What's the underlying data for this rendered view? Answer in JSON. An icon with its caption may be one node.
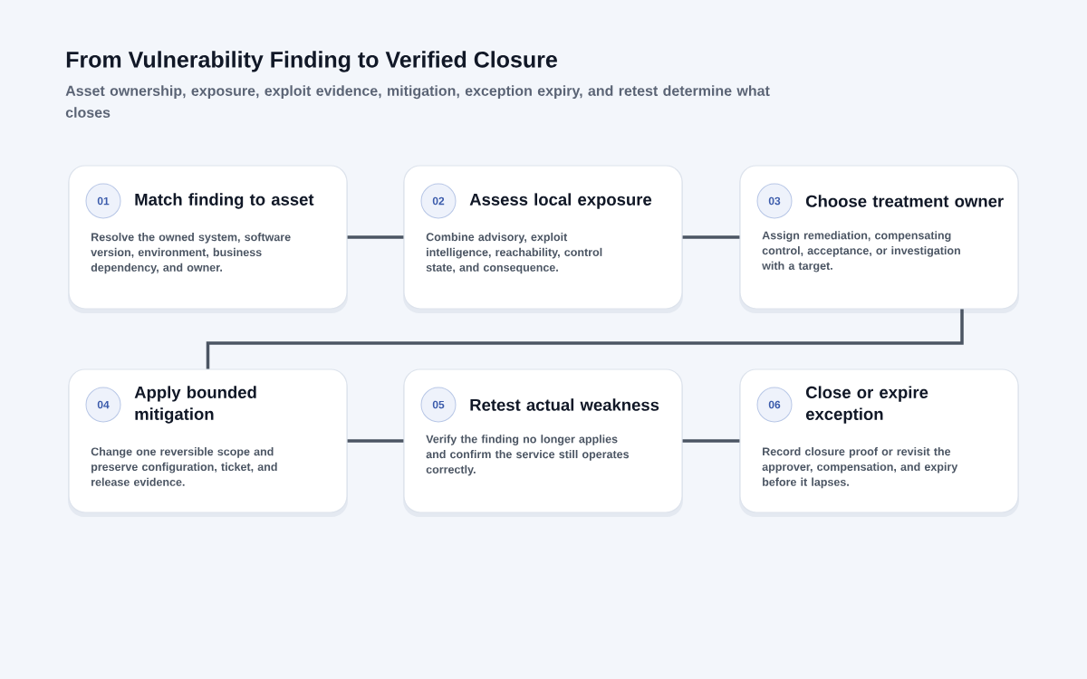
{
  "diagram": {
    "title": "From Vulnerability Finding to Verified Closure",
    "caption": "Asset ownership, exposure, exploit evidence, mitigation, exception expiry, and retest determine what closes",
    "nodes": [
      {
        "text": [
          "Match finding to asset",
          "Resolve the owned system, software version, environment, business dependency, and owner."
        ]
      },
      {
        "text": [
          "01"
        ],
        "in": 0
      },
      {
        "text": [
          "Assess local exposure",
          "Combine advisory, exploit intelligence, reachability, control state, and consequence."
        ]
      },
      {
        "text": [
          "02"
        ],
        "in": 2
      },
      {
        "text": [
          "Choose treatment owner",
          "Assign remediation, compensating control, acceptance, or investigation with a target."
        ]
      },
      {
        "text": [
          "03"
        ],
        "in": 4
      },
      {
        "text": [
          "Apply bounded mitigation",
          "Change one reversible scope and preserve configuration, ticket, and release evidence."
        ]
      },
      {
        "text": [
          "04"
        ],
        "in": 6
      },
      {
        "text": [
          "Retest actual weakness",
          "Verify the finding no longer applies and confirm the service still operates correctly."
        ]
      },
      {
        "text": [
          "05"
        ],
        "in": 8
      },
      {
        "text": [
          "Close or expire exception",
          "Record closure proof or revisit the approver, compensation, and expiry before it lapses."
        ]
      },
      {
        "text": [
          "06"
        ],
        "in": 10
      }
    ],
    "edges": [
      {
        "from": 0,
        "to": 2,
        "arrow": "none"
      },
      {
        "from": 2,
        "to": 4,
        "arrow": "none"
      },
      {
        "from": 4,
        "to": 6,
        "arrow": "none"
      },
      {
        "from": 6,
        "to": 8,
        "arrow": "none"
      },
      {
        "from": 8,
        "to": 10,
        "arrow": "none"
      }
    ]
  }
}
